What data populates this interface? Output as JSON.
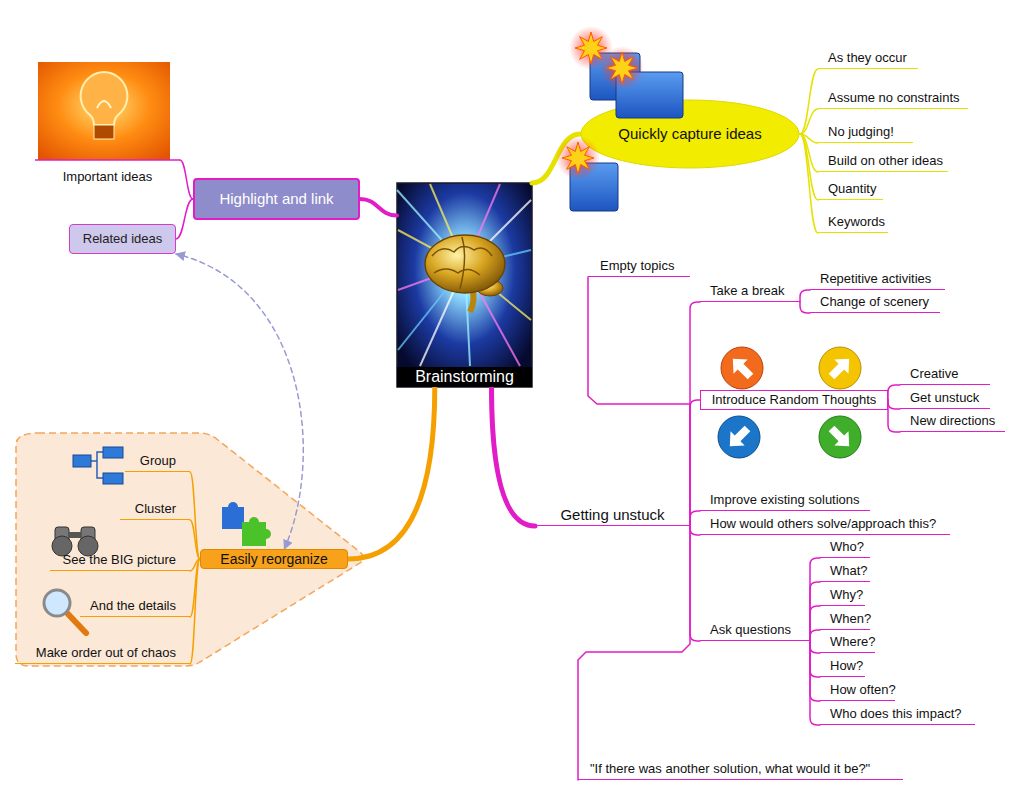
{
  "diagram": {
    "nodes": [
      {
        "text": [
          "Brainstorming"
        ]
      },
      {
        "text": [
          "Highlight and link"
        ]
      },
      {
        "text": [
          "Important ideas"
        ]
      },
      {
        "text": [
          "Related ideas"
        ]
      },
      {
        "text": [
          "Quickly capture ideas"
        ]
      },
      {
        "text": [
          "As they occur"
        ]
      },
      {
        "text": [
          "Assume no constraints"
        ]
      },
      {
        "text": [
          "No judging!"
        ]
      },
      {
        "text": [
          "Build on other ideas"
        ]
      },
      {
        "text": [
          "Quantity"
        ]
      },
      {
        "text": [
          "Keywords"
        ]
      },
      {
        "text": [
          "Getting unstuck"
        ]
      },
      {
        "text": [
          "Empty topics"
        ]
      },
      {
        "text": [
          "Take a break"
        ]
      },
      {
        "text": [
          "Repetitive activities"
        ]
      },
      {
        "text": [
          "Change of scenery"
        ]
      },
      {
        "text": [
          "Introduce Random Thoughts"
        ]
      },
      {
        "text": [
          "Creative"
        ]
      },
      {
        "text": [
          "Get unstuck"
        ]
      },
      {
        "text": [
          "New directions"
        ]
      },
      {
        "text": [
          "Improve existing solutions"
        ]
      },
      {
        "text": [
          "How would others solve/approach this?"
        ]
      },
      {
        "text": [
          "Ask questions"
        ]
      },
      {
        "text": [
          "Who?"
        ]
      },
      {
        "text": [
          "What?"
        ]
      },
      {
        "text": [
          "Why?"
        ]
      },
      {
        "text": [
          "When?"
        ]
      },
      {
        "text": [
          "Where?"
        ]
      },
      {
        "text": [
          "How?"
        ]
      },
      {
        "text": [
          "How often?"
        ]
      },
      {
        "text": [
          "Who does this impact?"
        ]
      },
      {
        "text": [
          "\"If there was another solution, what would it be?\""
        ]
      },
      {
        "text": [
          "Easily reorganize"
        ]
      },
      {
        "text": [
          "Group"
        ]
      },
      {
        "text": [
          "Cluster"
        ]
      },
      {
        "text": [
          "See the BIG picture"
        ]
      },
      {
        "text": [
          "And the details"
        ]
      },
      {
        "text": [
          "Make order out of chaos"
        ]
      }
    ],
    "edges": [
      {
        "from": 0,
        "to": 1,
        "arrow": "none"
      },
      {
        "from": 1,
        "to": 2,
        "arrow": "none"
      },
      {
        "from": 1,
        "to": 3,
        "arrow": "none"
      },
      {
        "from": 0,
        "to": 4,
        "arrow": "none"
      },
      {
        "from": 4,
        "to": 5,
        "arrow": "none"
      },
      {
        "from": 4,
        "to": 6,
        "arrow": "none"
      },
      {
        "from": 4,
        "to": 7,
        "arrow": "none"
      },
      {
        "from": 4,
        "to": 8,
        "arrow": "none"
      },
      {
        "from": 4,
        "to": 9,
        "arrow": "none"
      },
      {
        "from": 4,
        "to": 10,
        "arrow": "none"
      },
      {
        "from": 0,
        "to": 11,
        "arrow": "none"
      },
      {
        "from": 11,
        "to": 12,
        "arrow": "none"
      },
      {
        "from": 11,
        "to": 13,
        "arrow": "none"
      },
      {
        "from": 13,
        "to": 14,
        "arrow": "none"
      },
      {
        "from": 13,
        "to": 15,
        "arrow": "none"
      },
      {
        "from": 11,
        "to": 16,
        "arrow": "none"
      },
      {
        "from": 16,
        "to": 17,
        "arrow": "none"
      },
      {
        "from": 16,
        "to": 18,
        "arrow": "none"
      },
      {
        "from": 16,
        "to": 19,
        "arrow": "none"
      },
      {
        "from": 11,
        "to": 20,
        "arrow": "none"
      },
      {
        "from": 11,
        "to": 21,
        "arrow": "none"
      },
      {
        "from": 11,
        "to": 22,
        "arrow": "none"
      },
      {
        "from": 22,
        "to": 23,
        "arrow": "none"
      },
      {
        "from": 22,
        "to": 24,
        "arrow": "none"
      },
      {
        "from": 22,
        "to": 25,
        "arrow": "none"
      },
      {
        "from": 22,
        "to": 26,
        "arrow": "none"
      },
      {
        "from": 22,
        "to": 27,
        "arrow": "none"
      },
      {
        "from": 22,
        "to": 28,
        "arrow": "none"
      },
      {
        "from": 22,
        "to": 29,
        "arrow": "none"
      },
      {
        "from": 22,
        "to": 30,
        "arrow": "none"
      },
      {
        "from": 11,
        "to": 31,
        "arrow": "none"
      },
      {
        "from": 0,
        "to": 32,
        "arrow": "none"
      },
      {
        "from": 32,
        "to": 33,
        "arrow": "none"
      },
      {
        "from": 32,
        "to": 34,
        "arrow": "none"
      },
      {
        "from": 32,
        "to": 35,
        "arrow": "none"
      },
      {
        "from": 32,
        "to": 36,
        "arrow": "none"
      },
      {
        "from": 32,
        "to": 37,
        "arrow": "none"
      },
      {
        "from": 32,
        "to": 3,
        "arrow": "both"
      }
    ]
  }
}
